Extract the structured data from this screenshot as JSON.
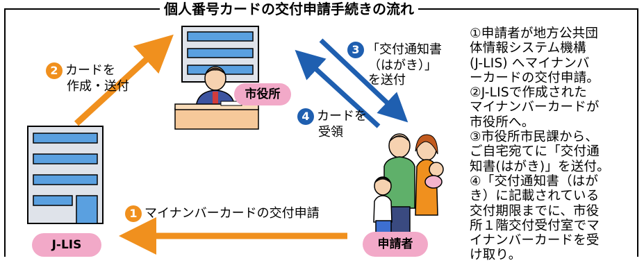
{
  "title": "個人番号カードの交付申請手続きの流れ",
  "colors": {
    "orange": "#f0901e",
    "blue": "#1f5fb0",
    "pink": "#f2a9c8"
  },
  "steps": {
    "step1": {
      "num": "1",
      "text": "マイナンバーカードの交付申請"
    },
    "step2": {
      "num": "2",
      "line1": "カードを",
      "line2": "作成・送付"
    },
    "step3": {
      "num": "3",
      "line1": "「交付通知書",
      "line2": "（はがき）」",
      "line3": "を送付"
    },
    "step4": {
      "num": "4",
      "line1": "カードを",
      "line2": "受領"
    }
  },
  "labels": {
    "city": "市役所",
    "jlis": "J-LIS",
    "applicant": "申請者"
  },
  "description": [
    "①申請者が地方公共団",
    "体情報システム機構",
    "(J-LIS) へマイナンバ",
    "ーカードの交付申請。",
    "②J-LISで作成された",
    "マイナンバーカードが",
    "市役所へ。",
    "③市役所市民課から、",
    "ご自宅宛てに「交付通",
    "知書(はがき)」を送付。",
    "④「交付通知書（はが",
    "き）に記載されている",
    "交付期限までに、市役",
    "所１階交付受付室でマ",
    "イナンバーカードを受",
    "け取り。"
  ]
}
